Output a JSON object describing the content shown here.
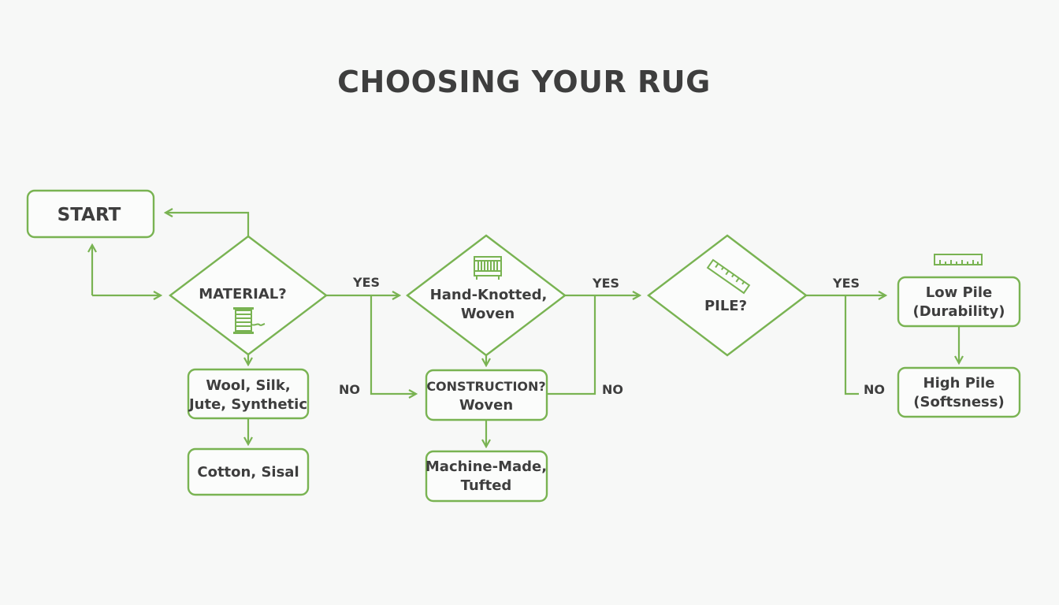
{
  "title": "CHOOSING YOUR RUG",
  "colors": {
    "accent": "#79b352",
    "text": "#3e3e3e",
    "background": "#f7f8f7"
  },
  "nodes": {
    "start": {
      "label": "START"
    },
    "material": {
      "label": "MATERIAL?",
      "icon": "thread-spool-icon"
    },
    "natural_fibers": {
      "lines": [
        "Wool, Silk,",
        "Jute, Synthetic"
      ]
    },
    "plant_fibers": {
      "lines": [
        "Cotton, Sisal"
      ]
    },
    "hand_knotted": {
      "lines": [
        "Hand-Knotted,",
        "Woven"
      ],
      "icon": "loom-icon"
    },
    "construction": {
      "lines": [
        "CONSTRUCTION?",
        "Woven"
      ]
    },
    "machine_made": {
      "lines": [
        "Machine-Made,",
        "Tufted"
      ]
    },
    "pile": {
      "label": "PILE?",
      "icon": "ruler-icon"
    },
    "low_pile": {
      "lines": [
        "Low Pile",
        "(Durability)"
      ],
      "icon": "ruler-icon"
    },
    "high_pile": {
      "lines": [
        "High Pile",
        "(Softsness)"
      ]
    }
  },
  "edges": {
    "yes_1": "YES",
    "no_1": "NO",
    "yes_2": "YES",
    "no_2": "NO",
    "yes_3": "YES",
    "no_3": "NO"
  }
}
